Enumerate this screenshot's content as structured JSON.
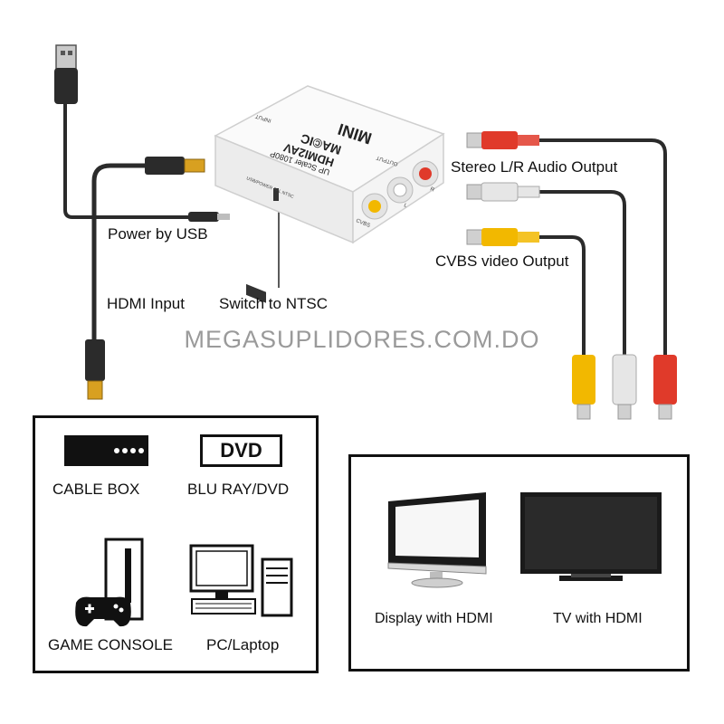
{
  "callouts": {
    "power": "Power by USB",
    "hdmi_input": "HDMI Input",
    "switch_ntsc": "Switch to NTSC",
    "audio_out": "Stereo L/R Audio Output",
    "video_out": "CVBS video Output"
  },
  "device": {
    "brand_top": "MINI",
    "brand": "MA©IC",
    "model": "HDMI2AV",
    "subtitle": "UP Scaler 1080P",
    "input_label": "INPUT",
    "output_label": "OUTPUT",
    "usb_label": "USB/POWER  PAL  NTSC",
    "cvbs_label": "CVBS",
    "l_label": "L",
    "r_label": "R"
  },
  "watermark": "MEGASUPLIDORES.COM.DO",
  "sources": {
    "cable_box": "CABLE BOX",
    "dvd_logo": "DVD",
    "blu_ray": "BLU RAY/DVD",
    "game_console": "GAME CONSOLE",
    "pc": "PC/Laptop"
  },
  "displays": {
    "monitor": "Display with HDMI",
    "tv": "TV with HDMI"
  },
  "colors": {
    "cable": "#2b2b2b",
    "rca_red": "#e03a2a",
    "rca_white": "#e6e6e6",
    "rca_yellow": "#f2b800",
    "hdmi_gold": "#d8a020",
    "device_body": "#f2f2f2",
    "watermark": "#9a9a9a"
  }
}
